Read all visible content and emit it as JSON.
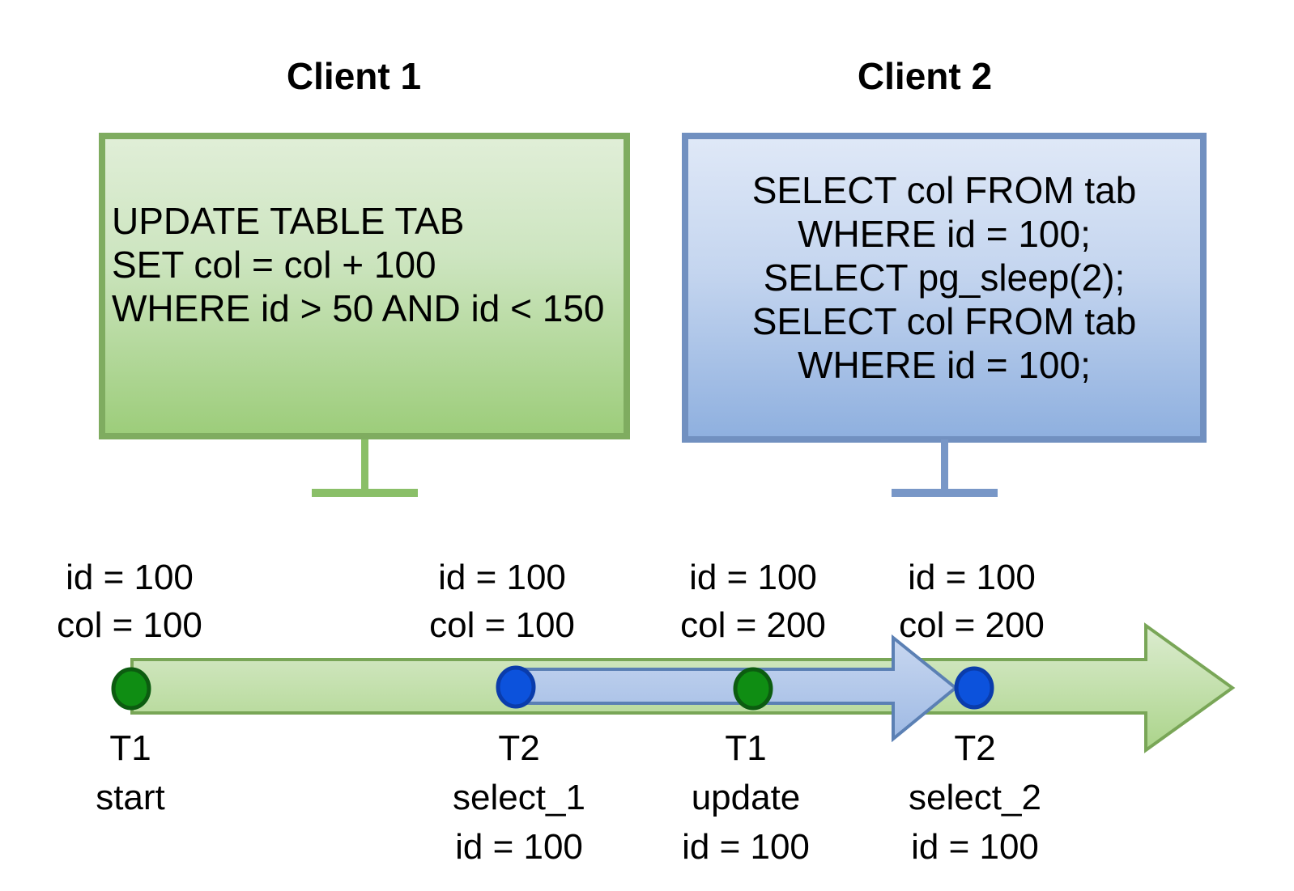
{
  "clients": [
    {
      "title": "Client 1",
      "sql_lines": [
        "UPDATE TABLE TAB",
        "SET col = col + 100",
        "WHERE id > 50 AND id < 150"
      ]
    },
    {
      "title": "Client 2",
      "sql_lines": [
        "SELECT col FROM tab",
        "WHERE id = 100;",
        "SELECT pg_sleep(2);",
        "SELECT col FROM tab",
        "WHERE id = 100;"
      ]
    }
  ],
  "timeline": {
    "states": [
      [
        "id = 100",
        "col = 100"
      ],
      [
        "id = 100",
        "col = 100"
      ],
      [
        "id = 100",
        "col = 200"
      ],
      [
        "id = 100",
        "col = 200"
      ]
    ],
    "events": [
      {
        "dot": "green",
        "lines": [
          "T1",
          "start"
        ]
      },
      {
        "dot": "blue",
        "lines": [
          "T2",
          "select_1",
          "id = 100"
        ]
      },
      {
        "dot": "green",
        "lines": [
          "T1",
          "update",
          "id = 100"
        ]
      },
      {
        "dot": "blue",
        "lines": [
          "T2",
          "select_2",
          "id = 100"
        ]
      }
    ]
  },
  "colors": {
    "green_box_border": "#7fac60",
    "green_box_fill_top": "#e0eed7",
    "green_box_fill_bottom": "#9dcd7b",
    "blue_box_border": "#7190c0",
    "blue_box_fill_top": "#dfe8f7",
    "blue_box_fill_bottom": "#8fb0df",
    "green_arrow_stroke": "#79a657",
    "green_arrow_fill_top": "#dcecd0",
    "green_arrow_fill_bottom": "#abd48a",
    "blue_arrow_stroke": "#5b80b4",
    "blue_arrow_fill_top": "#c8d7f0",
    "blue_arrow_fill_bottom": "#9fbae4",
    "green_dot_fill": "#0f8d13",
    "green_dot_stroke": "#0c5c10",
    "blue_dot_fill": "#0c52dc",
    "blue_dot_stroke": "#0a3cab",
    "text": "#000000"
  }
}
